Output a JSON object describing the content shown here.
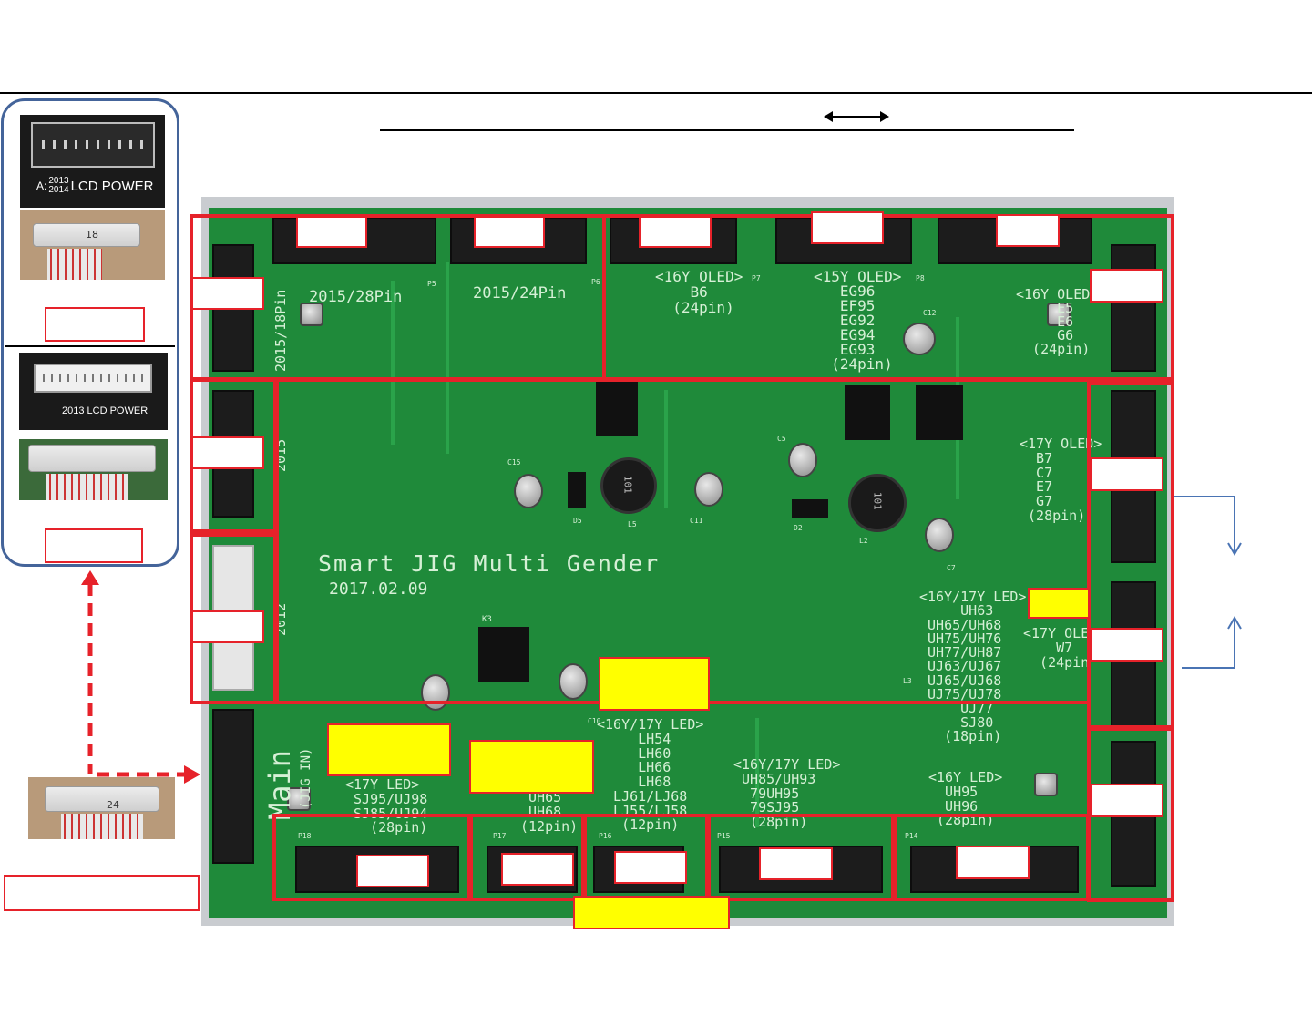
{
  "pcb": {
    "board_title": "Smart JIG Multi Gender",
    "board_date": "2017.02.09",
    "p5_label": "2015/28Pin",
    "p6_label": "2015/24Pin",
    "left_top_label": "2015/18Pin",
    "left_mid_label": "2015",
    "left_low_label": "2012",
    "main_label": "Main",
    "jig_in_label": "(JIG IN)",
    "p7_text": "<16Y OLED>\n    B6\n  (24pin)",
    "p8_text": "<15Y OLED>\n   EG96\n   EF95\n   EG92\n   EG94\n   EG93\n  (24pin)",
    "p9_text": "<16Y OLED\n     E5\n     E6\n     G6\n  (24pin)",
    "p11_text": "<17Y OLED>\n  B7\n  C7\n  E7\n  G7\n (28pin)",
    "mid_right_text": "<16Y/17Y LED>\n     UH63\n UH65/UH68\n UH75/UH76\n UH77/UH87\n UJ63/UJ67\n UJ65/UJ68\n UJ75/UJ78\n     UJ77\n     SJ80\n   (18pin)",
    "p13_text": "<17Y OLE\n    W7\n  (24pin",
    "p18_text": "<17Y LED>\n SJ95/UJ98\n SJ85/UJ94\n   (28pin)",
    "p17_text": " UH65\n UH68\n(12pin)",
    "p16_text": "<16Y/17Y LED>\n     LH54\n     LH60\n     LH66\n     LH68\n  LJ61/LJ68\n  LJ55/LJ58\n   (12pin)",
    "p15_text": "<16Y/17Y LED>\n UH85/UH93\n  79UH95\n  79SJ95\n  (28pin)",
    "p14_text": "<16Y LED>\n  UH95\n  UH96\n (28pin)",
    "cap_c12": "C12",
    "cap_c15": "C15",
    "cap_c11": "C11",
    "cap_c5": "C5",
    "cap_c7": "C7",
    "cap_c10": "C10",
    "d5": "D5",
    "d2": "D2",
    "l5": "L5",
    "l2": "L2",
    "l3": "L3",
    "k3": "K3",
    "inductor_mark": "101",
    "ref_p5": "P5",
    "ref_p6": "P6",
    "ref_p7": "P7",
    "ref_p8": "P8",
    "ref_p14": "P14",
    "ref_p15": "P15",
    "ref_p16": "P16",
    "ref_p17": "P17",
    "ref_p18": "P18"
  },
  "photos": {
    "top_caption": "2013\n2014",
    "top_caption_prefix": "A:",
    "top_caption_suffix": "LCD POWER",
    "top_cable_num": "18",
    "bottom_caption": "2013 LCD POWER",
    "bottom_cable_num": "24"
  },
  "colors": {
    "red_outline": "#e6222a",
    "yellow_fill": "#ffff00",
    "panel_border": "#44649a",
    "arrow_blue": "#4a74b4",
    "pcb_green": "#1f8a3a"
  }
}
